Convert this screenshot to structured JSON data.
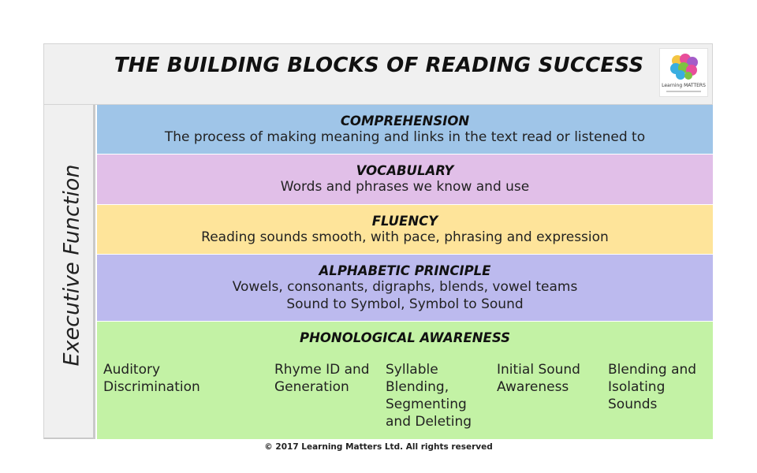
{
  "title": "THE BUILDING BLOCKS OF READING SUCCESS",
  "logo": {
    "text": "Learning MATTERS"
  },
  "side_label": "Executive Function",
  "blocks": [
    {
      "title": "COMPREHENSION",
      "lines": [
        "The process of making meaning and links in the text read or listened to"
      ],
      "color": "#9fc5e8"
    },
    {
      "title": "VOCABULARY",
      "lines": [
        "Words and phrases we know and use"
      ],
      "color": "#e1bfe8"
    },
    {
      "title": "FLUENCY",
      "lines": [
        "Reading sounds smooth, with pace, phrasing and expression"
      ],
      "color": "#fee49a"
    },
    {
      "title": "ALPHABETIC PRINCIPLE",
      "lines": [
        "Vowels, consonants, digraphs, blends, vowel teams",
        "Sound to Symbol, Symbol to Sound"
      ],
      "color": "#bcbaee"
    },
    {
      "title": "PHONOLOGICAL AWARENESS",
      "color": "#c3f2a5",
      "skills": [
        [
          "Auditory",
          "Discrimination"
        ],
        [
          "Rhyme ID and",
          "Generation"
        ],
        [
          "Syllable",
          "Blending,",
          "Segmenting",
          "and Deleting"
        ],
        [
          "Initial Sound",
          "Awareness"
        ],
        [
          "Blending and",
          "Isolating",
          "Sounds"
        ]
      ]
    }
  ],
  "copyright": "© 2017 Learning Matters Ltd. All rights reserved"
}
